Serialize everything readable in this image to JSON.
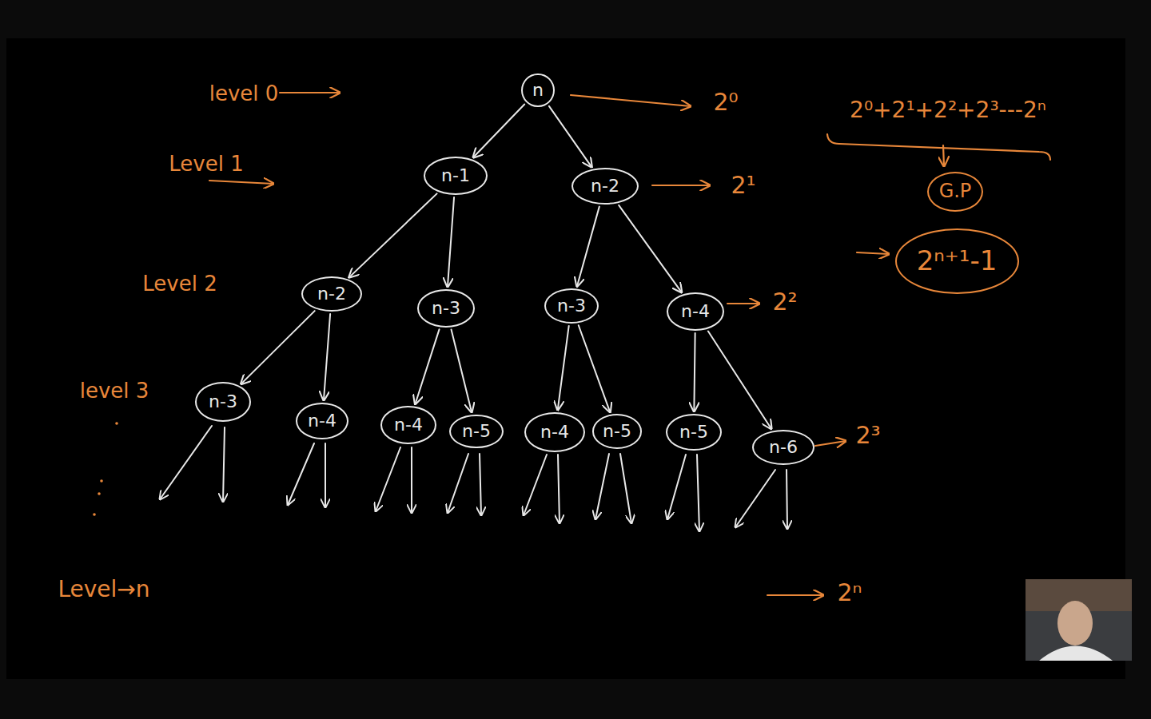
{
  "diagram": {
    "nodes": [
      {
        "text": [
          "n"
        ]
      },
      {
        "text": [
          "n-1"
        ]
      },
      {
        "text": [
          "n-2"
        ]
      },
      {
        "text": [
          "n-2"
        ]
      },
      {
        "text": [
          "n-3"
        ]
      },
      {
        "text": [
          "n-3"
        ]
      },
      {
        "text": [
          "n-4"
        ]
      },
      {
        "text": [
          "n-3"
        ]
      },
      {
        "text": [
          "n-4"
        ]
      },
      {
        "text": [
          "n-4"
        ]
      },
      {
        "text": [
          "n-5"
        ]
      },
      {
        "text": [
          "n-4"
        ]
      },
      {
        "text": [
          "n-5"
        ]
      },
      {
        "text": [
          "n-5"
        ]
      },
      {
        "text": [
          "n-6"
        ]
      },
      {
        "text": [
          "G.P"
        ]
      },
      {
        "text": [
          "2ⁿ⁺¹-1"
        ]
      }
    ],
    "edges": [
      {
        "from": 0,
        "to": 1,
        "arrow": "to"
      },
      {
        "from": 0,
        "to": 2,
        "arrow": "to"
      },
      {
        "from": 1,
        "to": 3,
        "arrow": "to"
      },
      {
        "from": 1,
        "to": 4,
        "arrow": "to"
      },
      {
        "from": 2,
        "to": 5,
        "arrow": "to"
      },
      {
        "from": 2,
        "to": 6,
        "arrow": "to"
      },
      {
        "from": 3,
        "to": 7,
        "arrow": "to"
      },
      {
        "from": 3,
        "to": 8,
        "arrow": "to"
      },
      {
        "from": 4,
        "to": 9,
        "arrow": "to"
      },
      {
        "from": 4,
        "to": 10,
        "arrow": "to"
      },
      {
        "from": 5,
        "to": 11,
        "arrow": "to"
      },
      {
        "from": 5,
        "to": 12,
        "arrow": "to"
      },
      {
        "from": 6,
        "to": 13,
        "arrow": "to"
      },
      {
        "from": 6,
        "to": 14,
        "arrow": "to"
      }
    ],
    "labels": [
      "level 0",
      "Level 1",
      "Level 2",
      "level 3",
      "Level→n",
      "2⁰",
      "2¹",
      "2²",
      "2³",
      "2ⁿ",
      "2⁰+2¹+2²+2³---2ⁿ"
    ]
  }
}
